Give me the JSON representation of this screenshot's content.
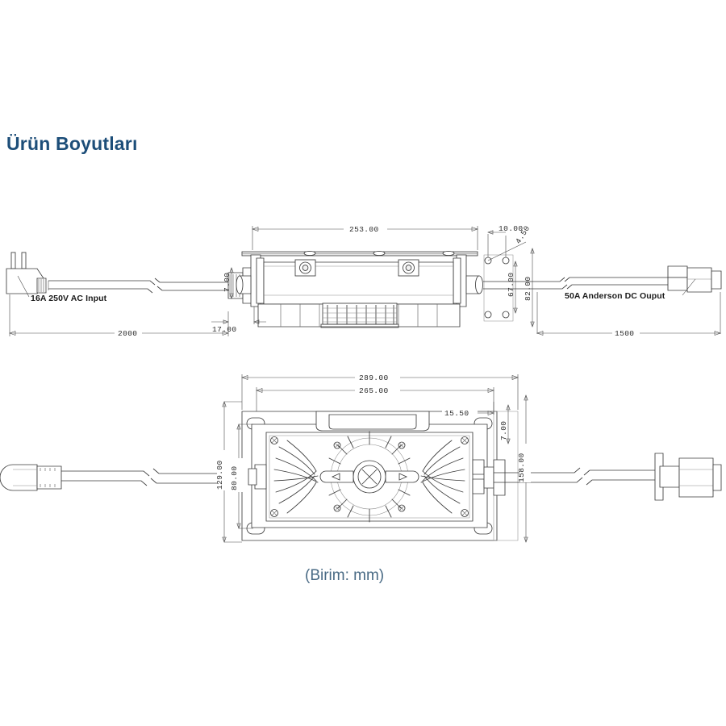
{
  "title": "Ürün Boyutları",
  "unit_caption": "(Birim: mm)",
  "colors": {
    "title": "#1d4e79",
    "caption": "#4a6b85",
    "line": "#3b3b3b",
    "background": "#ffffff"
  },
  "top_view": {
    "dimensions": {
      "body_length": "253.00",
      "hole_offset": "10.00",
      "hole_diameter": "4.50",
      "height_small": "67.00",
      "height_large": "82.00",
      "bracket_height": "7.00",
      "bracket_offset": "17.00",
      "ac_cable_length": "2000",
      "dc_cable_length": "1500"
    },
    "labels": {
      "ac_input": "16A 250V AC Input",
      "dc_output": "50A Anderson DC Ouput"
    }
  },
  "bottom_view": {
    "dimensions": {
      "overall_width": "289.00",
      "body_width": "265.00",
      "overall_depth": "129.00",
      "mount_depth": "80.00",
      "flange_width": "15.50",
      "flange_thickness": "7.00",
      "overall_height": "158.00"
    }
  }
}
